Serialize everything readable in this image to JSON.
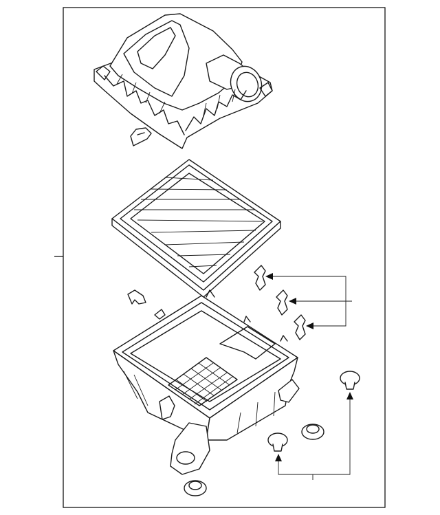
{
  "diagram": {
    "parts": [
      {
        "name": "air-cleaner-upper-cover"
      },
      {
        "name": "cover-clamp"
      },
      {
        "name": "air-filter-element"
      },
      {
        "name": "retaining-clip"
      },
      {
        "name": "air-cleaner-lower-housing"
      },
      {
        "name": "grommet"
      },
      {
        "name": "mounting-bushing"
      }
    ],
    "colors": {
      "line": "#1a1a1a",
      "background": "#ffffff"
    }
  }
}
